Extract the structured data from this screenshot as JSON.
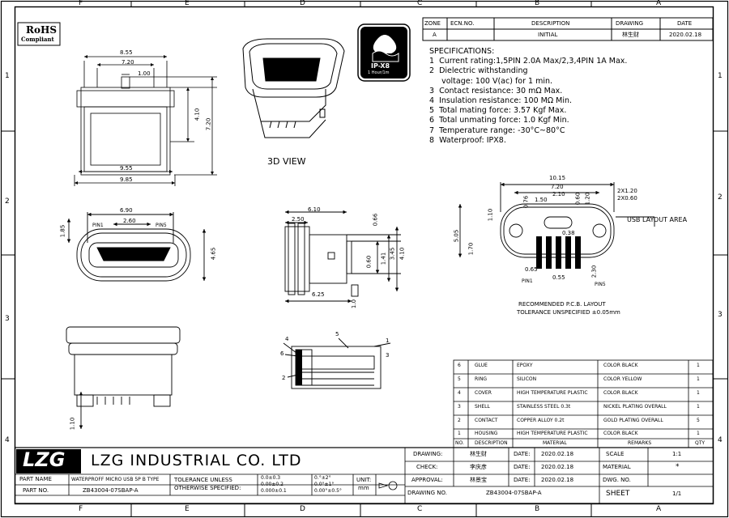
{
  "border": {
    "cols_top": [
      "F",
      "E",
      "D",
      "C",
      "B",
      "A"
    ],
    "cols_bottom": [
      "F",
      "E",
      "D",
      "C",
      "B",
      "A"
    ],
    "rows_left": [
      "1",
      "2",
      "3",
      "4"
    ],
    "rows_right": [
      "1",
      "2",
      "3",
      "4"
    ]
  },
  "rohs": {
    "line1": "RoHS",
    "line2": "Compliant"
  },
  "ip_badge": {
    "rating": "IP-X8",
    "sub": "1 Hour/1m"
  },
  "revision_table": {
    "headers": [
      "ZONE",
      "ECN.NO.",
      "DESCRIPTION",
      "DRAWING",
      "DATE"
    ],
    "row": [
      "A",
      "",
      "INITIAL",
      "林生财",
      "2020.02.18"
    ]
  },
  "specifications": {
    "title": "SPECIFICATIONS:",
    "items": [
      "1  Current rating:1,5PIN 2.0A Max/2,3,4PIN 1A Max.",
      "2  Dielectric withstanding",
      "     voltage: 100 V(ac) for 1 min.",
      "3  Contact resistance: 30 mΩ Max.",
      "4  Insulation resistance: 100 MΩ Min.",
      "5  Total mating force: 3.57 Kgf Max.",
      "6  Total unmating force: 1.0 Kgf Min.",
      "7  Temperature range: -30°C~80°C",
      "8  Waterproof: IPX8."
    ]
  },
  "view_labels": {
    "three_d": "3D VIEW"
  },
  "dims": {
    "front_top": [
      "8.55",
      "7.20",
      "1.00",
      "9.55",
      "9.85",
      "4.10",
      "7.20"
    ],
    "front_mid": [
      "6.90",
      "2.60",
      "PIN1",
      "PIN5",
      "1.85",
      "4.65"
    ],
    "side": [
      "6.10",
      "2.50",
      "0.66",
      "6.25",
      "1.41",
      "3.45",
      "4.10",
      "0.60",
      "1.0"
    ],
    "bottom": [
      "1.10"
    ],
    "pcb": [
      "10.15",
      "7.20",
      "2.10",
      "1.50",
      "0.76",
      "0.60",
      "1.20",
      "2X1.20",
      "2X0.60",
      "1.10",
      "5.05",
      "1.70",
      "0.38",
      "0.65",
      "0.55",
      "2.30",
      "PIN1",
      "PIN5"
    ],
    "callouts": [
      "1",
      "2",
      "3",
      "4",
      "5",
      "6"
    ]
  },
  "pcb_layout": {
    "area_label": "USB LAYOUT AREA",
    "caption1": "RECOMMENDED  P.C.B.  LAYOUT",
    "caption2": "TOLERANCE  UNSPECIFIED  ±0.05mm"
  },
  "bom": {
    "headers": [
      "NO.",
      "DESCRIPTION",
      "MATERIAL",
      "REMARKS",
      "QTY"
    ],
    "rows": [
      [
        "6",
        "GLUE",
        "EPOXY",
        "COLOR BLACK",
        "1"
      ],
      [
        "5",
        "RING",
        "SILICON",
        "COLOR YELLOW",
        "1"
      ],
      [
        "4",
        "COVER",
        "HIGH TEMPERATURE PLASTIC",
        "COLOR BLACK",
        "1"
      ],
      [
        "3",
        "SHELL",
        "STAINLESS STEEL 0.3t",
        "NICKEL PLATING OVERALL",
        "1"
      ],
      [
        "2",
        "CONTACT",
        "COPPER ALLOY 0.2t",
        "GOLD PLATING OVERALL",
        "5"
      ],
      [
        "1",
        "HOUSING",
        "HIGH TEMPERATURE PLASTIC",
        "COLOR BLACK",
        "1"
      ]
    ]
  },
  "title_block": {
    "logo": "LZG",
    "company": "LZG  INDUSTRIAL  CO.  LTD",
    "part_name_label": "PART  NAME",
    "part_name": "WATERPROFF MICRO USB 5P B TYPE",
    "part_no_label": "PART  NO.",
    "part_no": "ZB43004-07SBAP-A",
    "tol_label1": "TOLERANCE UNLESS",
    "tol_label2": "OTHERWISE SPECIFIED:",
    "tol_lin": [
      "0.0±0.3",
      "0.00±0.2",
      "0.000±0.1"
    ],
    "tol_ang": [
      "0.°±2°",
      "0.0°±1°",
      "0.00°±0.5°"
    ],
    "unit_label": "UNIT:",
    "unit": "mm",
    "drawing_label": "DRAWING:",
    "drawing_by": "林生财",
    "check_label": "CHECK:",
    "check_by": "李庆彦",
    "approval_label": "APPROVAL:",
    "approval_by": "林景宝",
    "drawing_no_label": "DRAWING NO.",
    "drawing_no": "ZB43004-07SBAP-A",
    "date_label": "DATE:",
    "dates": [
      "2020.02.18",
      "2020.02.18",
      "2020.02.18"
    ],
    "scale_label": "SCALE",
    "scale": "1:1",
    "material_label": "MATERIAL",
    "material": "*",
    "dwg_no_label": "DWG. NO.",
    "dwg_no": "",
    "sheet_label": "SHEET",
    "sheet": "1/1"
  }
}
